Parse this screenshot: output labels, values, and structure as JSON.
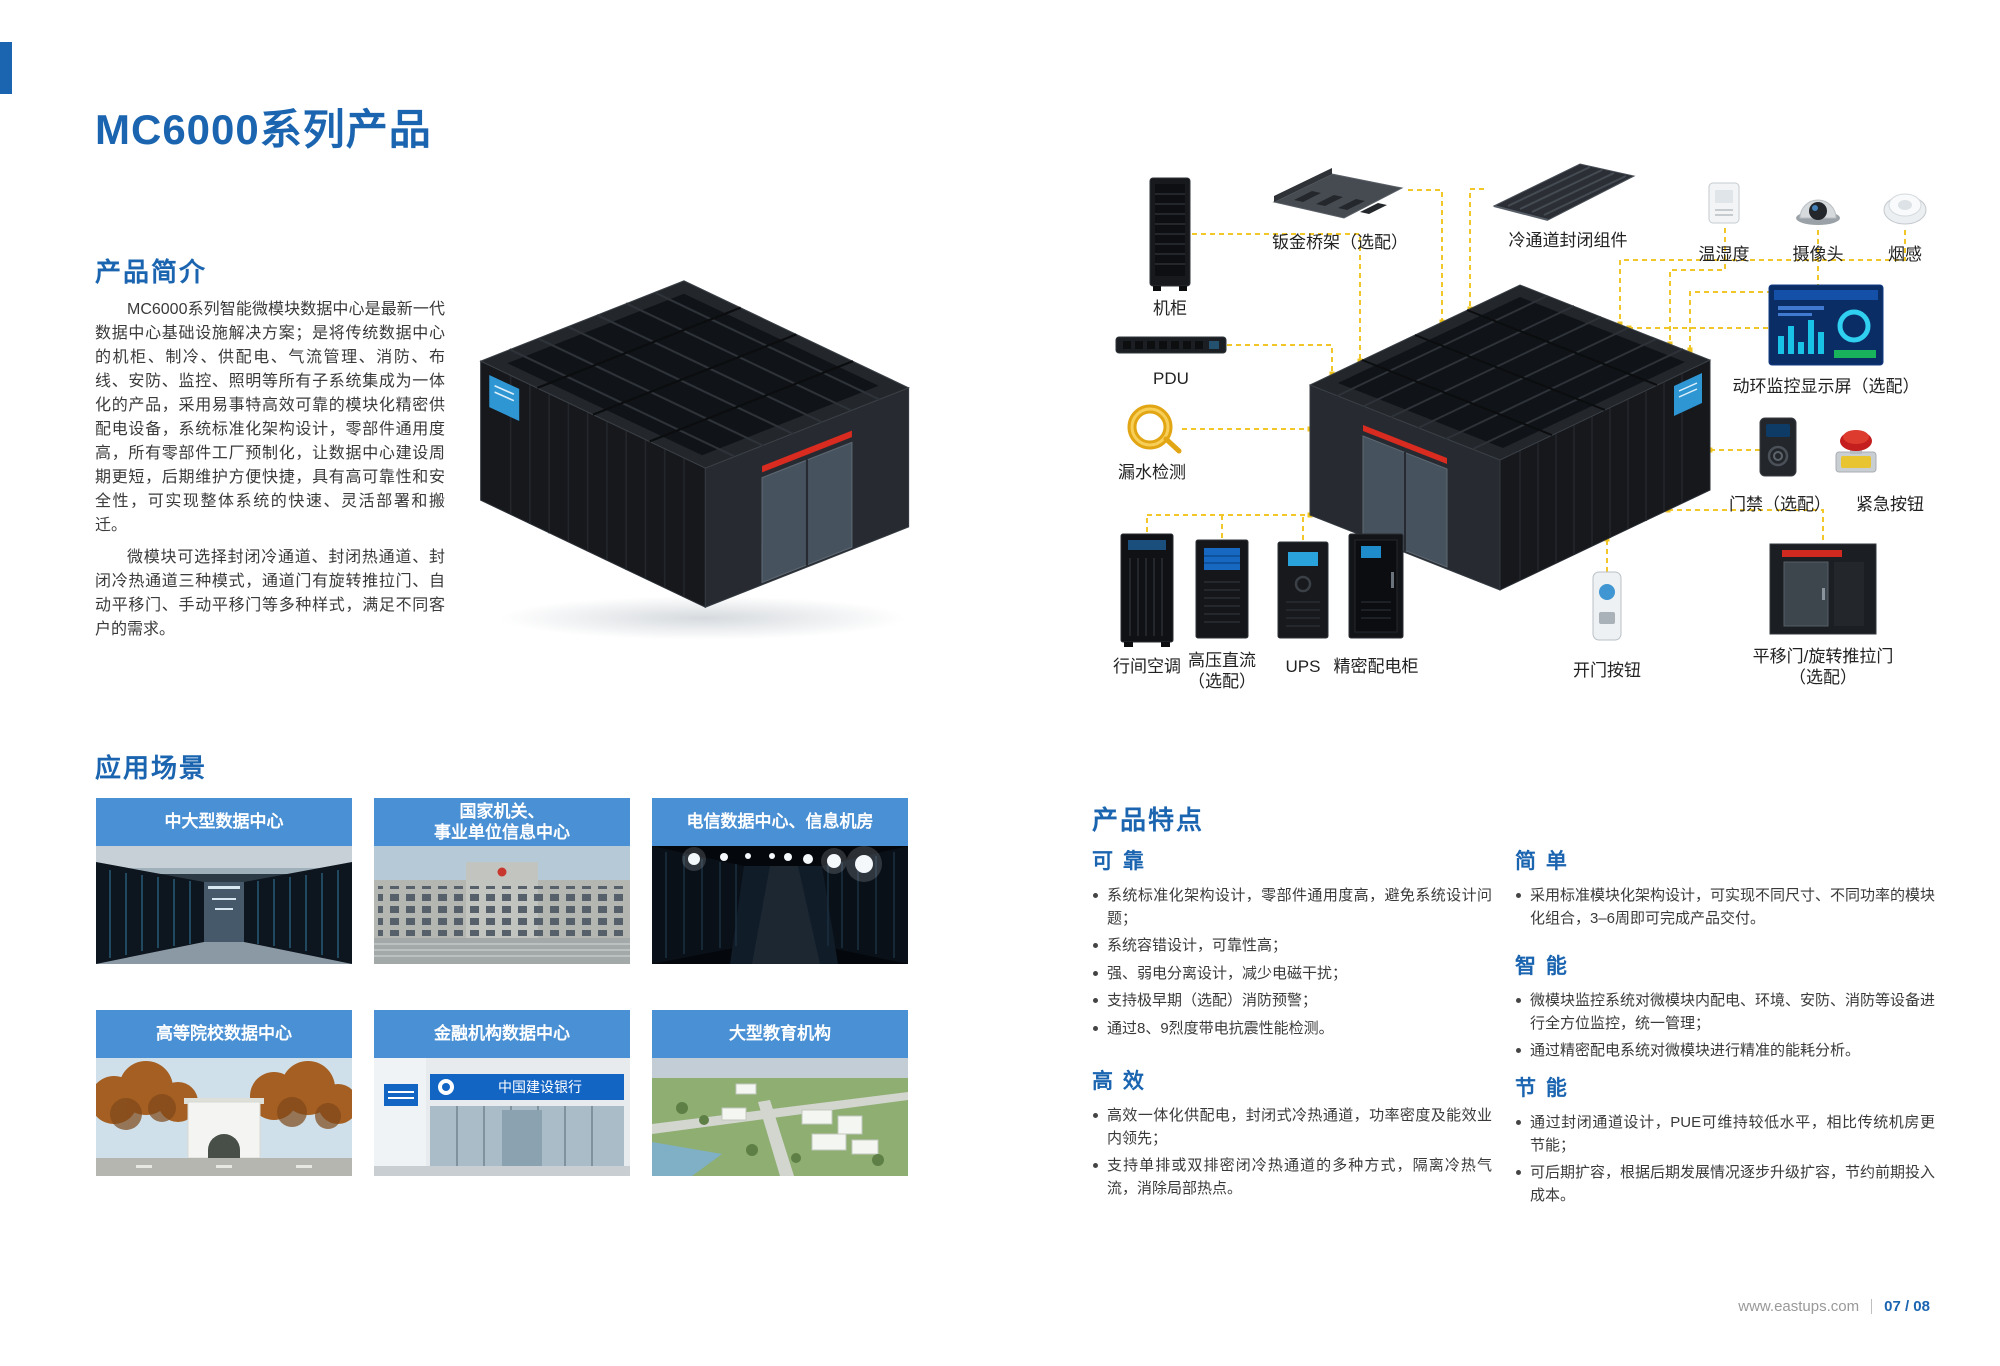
{
  "page": {
    "title": "MC6000系列产品",
    "footer": {
      "website": "www.eastups.com",
      "page_number": "07 / 08"
    }
  },
  "intro": {
    "heading": "产品简介",
    "p1": "MC6000系列智能微模块数据中心是最新一代数据中心基础设施解决方案；是将传统数据中心的机柜、制冷、供配电、气流管理、消防、布线、安防、监控、照明等所有子系统集成为一体化的产品，采用易事特高效可靠的模块化精密供配电设备，系统标准化架构设计，零部件通用度高，所有零部件工厂预制化，让数据中心建设周期更短，后期维护方便快捷，具有高可靠性和安全性，可实现整体系统的快速、灵活部署和搬迁。",
    "p2": "微模块可选择封闭冷通道、封闭热通道、封闭冷热通道三种模式，通道门有旋转推拉门、自动平移门、手动平移门等多种样式，满足不同客户的需求。"
  },
  "diagram": {
    "components": {
      "cabinet": "机柜",
      "pdu": "PDU",
      "leak": "漏水检测",
      "bridge": "钣金桥架（选配）",
      "containment": "冷通道封闭组件",
      "temp": "温湿度",
      "camera": "摄像头",
      "smoke": "烟感",
      "monitor": "动环监控显示屏（选配）",
      "access": "门禁（选配）",
      "emergency": "紧急按钮",
      "aircon": "行间空调",
      "hvdc": "高压直流",
      "hvdc_sub": "（选配）",
      "ups": "UPS",
      "pdcab": "精密配电柜",
      "doorbtn": "开门按钮",
      "door": "平移门/旋转推拉门",
      "door_sub": "（选配）"
    }
  },
  "scenarios": {
    "heading": "应用场景",
    "cards": [
      {
        "title": "中大型数据中心"
      },
      {
        "title": "国家机关、",
        "title2": "事业单位信息中心"
      },
      {
        "title": "电信数据中心、信息机房"
      },
      {
        "title": "高等院校数据中心"
      },
      {
        "title": "金融机构数据中心",
        "sign": "中国建设银行"
      },
      {
        "title": "大型教育机构"
      }
    ]
  },
  "features": {
    "heading": "产品特点",
    "groups": [
      {
        "title": "可 靠",
        "bullets": [
          "系统标准化架构设计，零部件通用度高，避免系统设计问题；",
          "系统容错设计，可靠性高；",
          "强、弱电分离设计，减少电磁干扰；",
          "支持极早期（选配）消防预警；",
          "通过8、9烈度带电抗震性能检测。"
        ]
      },
      {
        "title": "高 效",
        "bullets": [
          "高效一体化供配电，封闭式冷热通道，功率密度及能效业内领先；",
          "支持单排或双排密闭冷热通道的多种方式，隔离冷热气流，消除局部热点。"
        ]
      },
      {
        "title": "简 单",
        "bullets": [
          "采用标准模块化架构设计，可实现不同尺寸、不同功率的模块化组合，3–6周即可完成产品交付。"
        ]
      },
      {
        "title": "智 能",
        "bullets": [
          "微模块监控系统对微模块内配电、环境、安防、消防等设备进行全方位监控，统一管理；",
          "通过精密配电系统对微模块进行精准的能耗分析。"
        ]
      },
      {
        "title": "节 能",
        "bullets": [
          "通过封闭通道设计，PUE可维持较低水平，相比传统机房更节能；",
          "可后期扩容，根据后期发展情况逐步升级扩容，节约前期投入成本。"
        ]
      }
    ]
  },
  "colors": {
    "primary_blue": "#1a64b0",
    "card_header_blue": "#4a90d4",
    "connector_yellow": "#f0c41e"
  }
}
